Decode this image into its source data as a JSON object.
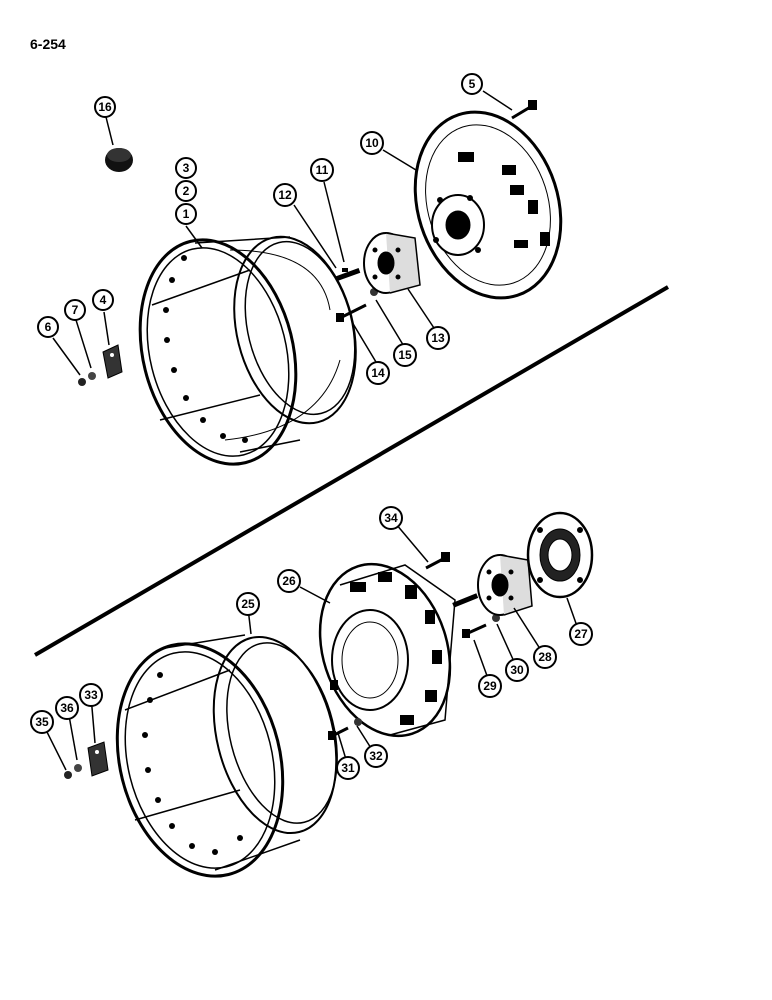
{
  "page": {
    "number": "6-254"
  },
  "callouts": [
    {
      "id": "c16",
      "label": "16"
    },
    {
      "id": "c3",
      "label": "3"
    },
    {
      "id": "c2",
      "label": "2"
    },
    {
      "id": "c1",
      "label": "1"
    },
    {
      "id": "c12",
      "label": "12"
    },
    {
      "id": "c11",
      "label": "11"
    },
    {
      "id": "c5",
      "label": "5"
    },
    {
      "id": "c10",
      "label": "10"
    },
    {
      "id": "c6",
      "label": "6"
    },
    {
      "id": "c7",
      "label": "7"
    },
    {
      "id": "c4",
      "label": "4"
    },
    {
      "id": "c14",
      "label": "14"
    },
    {
      "id": "c15",
      "label": "15"
    },
    {
      "id": "c13",
      "label": "13"
    },
    {
      "id": "c34",
      "label": "34"
    },
    {
      "id": "c26",
      "label": "26"
    },
    {
      "id": "c25",
      "label": "25"
    },
    {
      "id": "c27",
      "label": "27"
    },
    {
      "id": "c28",
      "label": "28"
    },
    {
      "id": "c30",
      "label": "30"
    },
    {
      "id": "c29",
      "label": "29"
    },
    {
      "id": "c35",
      "label": "35"
    },
    {
      "id": "c36",
      "label": "36"
    },
    {
      "id": "c33",
      "label": "33"
    },
    {
      "id": "c31",
      "label": "31"
    },
    {
      "id": "c32",
      "label": "32"
    }
  ]
}
